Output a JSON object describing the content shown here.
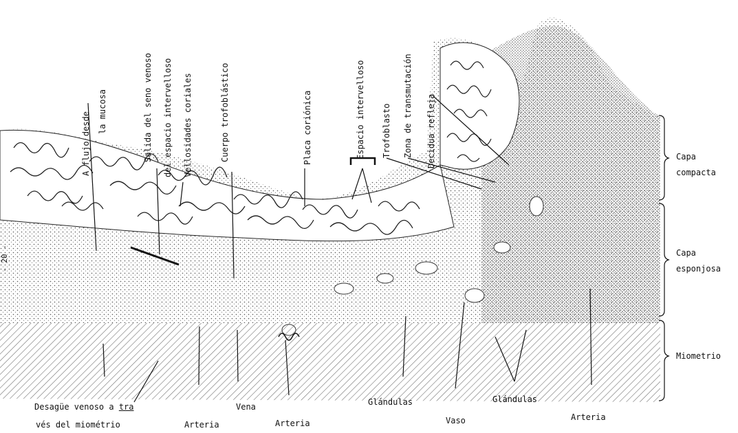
{
  "diagram": {
    "top_labels": [
      "A flujo desde",
      "la mucosa",
      "Salida del seno venoso",
      "del espacio intervelloso",
      "Vellosidades coriales",
      "Cuerpo trofoblástico",
      "Placa coriónica",
      "Espacio intervelloso",
      "Trofoblasto",
      "Zona de transmutación",
      "Decidua refleja"
    ],
    "right_labels": {
      "capa_compacta_1": "Capa",
      "capa_compacta_2": "compacta",
      "capa_esponjosa_1": "Capa",
      "capa_esponjosa_2": "esponjosa",
      "miometrio": "Miometrio"
    },
    "bottom_labels": {
      "desague_1_pre": "Desagüe venoso a ",
      "desague_1_u": "tra",
      "desague_2": "vés del miométrio",
      "arteria_1": "Arteria",
      "vena": "Vena",
      "arteria_2": "Arteria",
      "glandulas_1": "Glándulas",
      "vaso": "Vaso",
      "glandulas_2": "Glándulas",
      "arteria_3": "Arteria"
    },
    "scale_mark": "- 20 -"
  }
}
